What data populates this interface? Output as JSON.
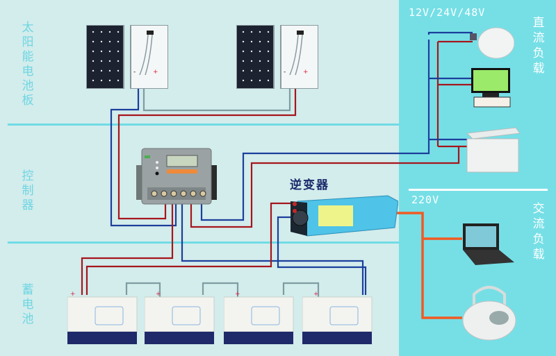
{
  "sections": {
    "solar_panel_label": "太阳能电池板",
    "controller_label": "控制器",
    "battery_label": "蓄电池",
    "inverter_label": "逆变器"
  },
  "right_panel": {
    "dc_voltage": "12V/24V/48V",
    "dc_load_label": "直流负载",
    "ac_voltage": "220V",
    "ac_load_label": "交流负载"
  },
  "devices": {
    "solar_panels": [
      {
        "name": "solar-panel-1",
        "positive": "+",
        "negative": "-"
      },
      {
        "name": "solar-panel-2",
        "positive": "+",
        "negative": "-"
      }
    ],
    "controller": {
      "name": "charge-controller",
      "terminal_count": 6
    },
    "inverter": {
      "name": "inverter"
    },
    "batteries": [
      {
        "positive": "+",
        "negative": "-"
      },
      {
        "positive": "+",
        "negative": "-"
      },
      {
        "positive": "+",
        "negative": "-"
      },
      {
        "positive": "+",
        "negative": "-"
      }
    ],
    "dc_loads": [
      "light-bulb",
      "monitor",
      "freezer"
    ],
    "ac_loads": [
      "laptop",
      "rice-cooker"
    ]
  },
  "colors": {
    "positive_wire": "#a5161c",
    "negative_wire": "#1b3f9c",
    "series_wire": "#7f9ca0",
    "ac_wire": "#f15a22",
    "left_bg": "#d3ecec",
    "right_bg": "#76dfe6",
    "label_cyan": "#6fd6e2"
  }
}
